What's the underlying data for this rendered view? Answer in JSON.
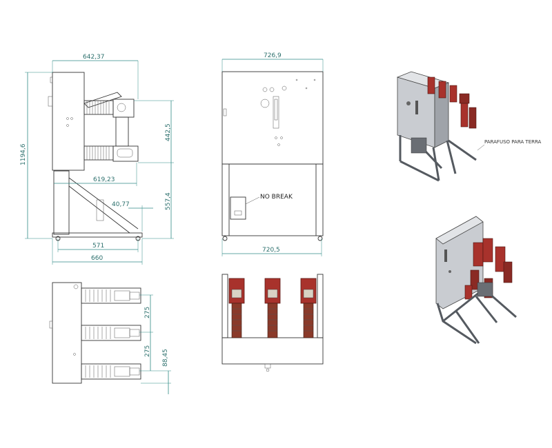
{
  "dimensions": {
    "side_top_width": "642,37",
    "side_height_total": "1194,6",
    "side_upper_height": "442,5",
    "side_mid_width": "619,23",
    "side_small_offset": "40,77",
    "side_lower_height": "557,4",
    "side_base_width": "571",
    "side_overall_width": "660",
    "front_top_width": "726,9",
    "front_base_width": "720,5",
    "top_spacing_1": "275",
    "top_spacing_2": "275",
    "top_edge_offset": "88,45"
  },
  "notes": {
    "no_break": "NO BREAK",
    "ground_screw": "PARAFUSO PARA TERRA"
  },
  "colors": {
    "dimension": "#2f8a86",
    "insulator_red": "#a8322c",
    "panel_gray": "#c9ccd1",
    "frame_dark": "#555a60"
  }
}
